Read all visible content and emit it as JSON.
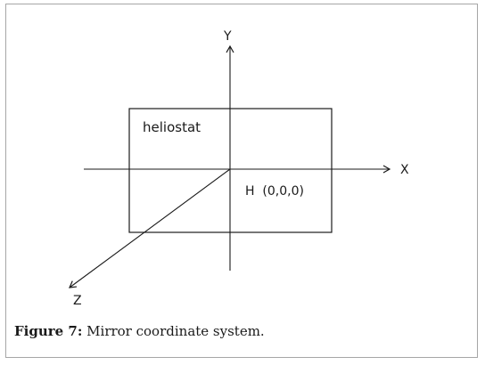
{
  "diagram": {
    "axes": {
      "x_label": "X",
      "y_label": "Y",
      "z_label": "Z"
    },
    "box_label": "heliostat",
    "origin_label": "H  (0,0,0)"
  },
  "caption": {
    "label": "Figure 7:",
    "text": " Mirror coordinate system."
  },
  "colors": {
    "line": "#1a1a1a",
    "frame": "#a6a6a6"
  }
}
